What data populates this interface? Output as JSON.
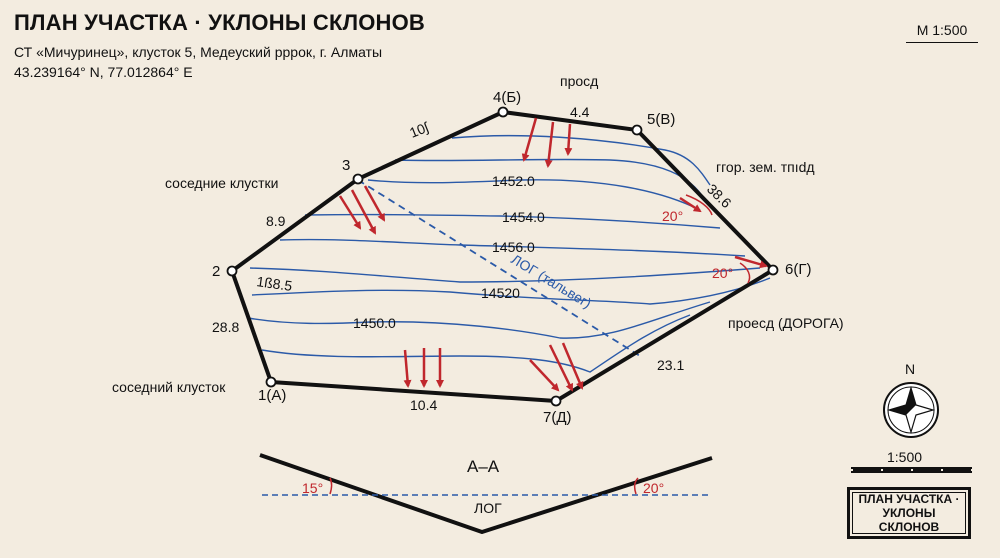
{
  "header": {
    "title": "ПЛАН УЧАСТКА · УКЛОНЫ СКЛОНОВ",
    "subtitle": "СТ «Мичуринец», клусток 5, Медеуский рррок, г. Алматы",
    "coordinates": "43.239164° N, 77.012864° E",
    "map_scale": "М 1:500"
  },
  "vertices": {
    "v1": "1(А)",
    "v2": "2",
    "v3": "3",
    "v4": "4(Б)",
    "v5": "5(В)",
    "v6": "6(Г)",
    "v7": "7(Д)"
  },
  "side_lengths": {
    "s12": "28.8",
    "s23": "8.9",
    "s34": "10ʃ",
    "s45": "4.4",
    "s56": "38.6",
    "s67": "23.1",
    "s71": "10.4",
    "diag": "1ß8.5"
  },
  "neighbors": {
    "north": "просд",
    "north_east": "ггор. зем. тпıdд",
    "east": "проесд (ДОРОГА)",
    "west": "соседние клустки",
    "south_west": "соседний клусток"
  },
  "contours": {
    "c1": "1452.0",
    "c2": "1454.0",
    "c3": "1456.0",
    "c4": "14520",
    "c5": "1450.0"
  },
  "thalweg_label": "ЛОГ (тальвег)",
  "slope_angles": {
    "upper": "20°",
    "right": "20°"
  },
  "section": {
    "title": "А–А",
    "bottom_label": "ЛОГ",
    "left_angle": "15°",
    "right_angle": "20°"
  },
  "compass": {
    "north": "N",
    "scale": "1:500"
  },
  "stamp_text": "ПЛАН УЧАСТКА · УКЛОНЫ СКЛОНОВ",
  "colors": {
    "boundary": "#111111",
    "contour": "#2b5aa8",
    "arrow": "#c0272d",
    "thalweg": "#2b5aa8",
    "background": "#f3ece0"
  }
}
